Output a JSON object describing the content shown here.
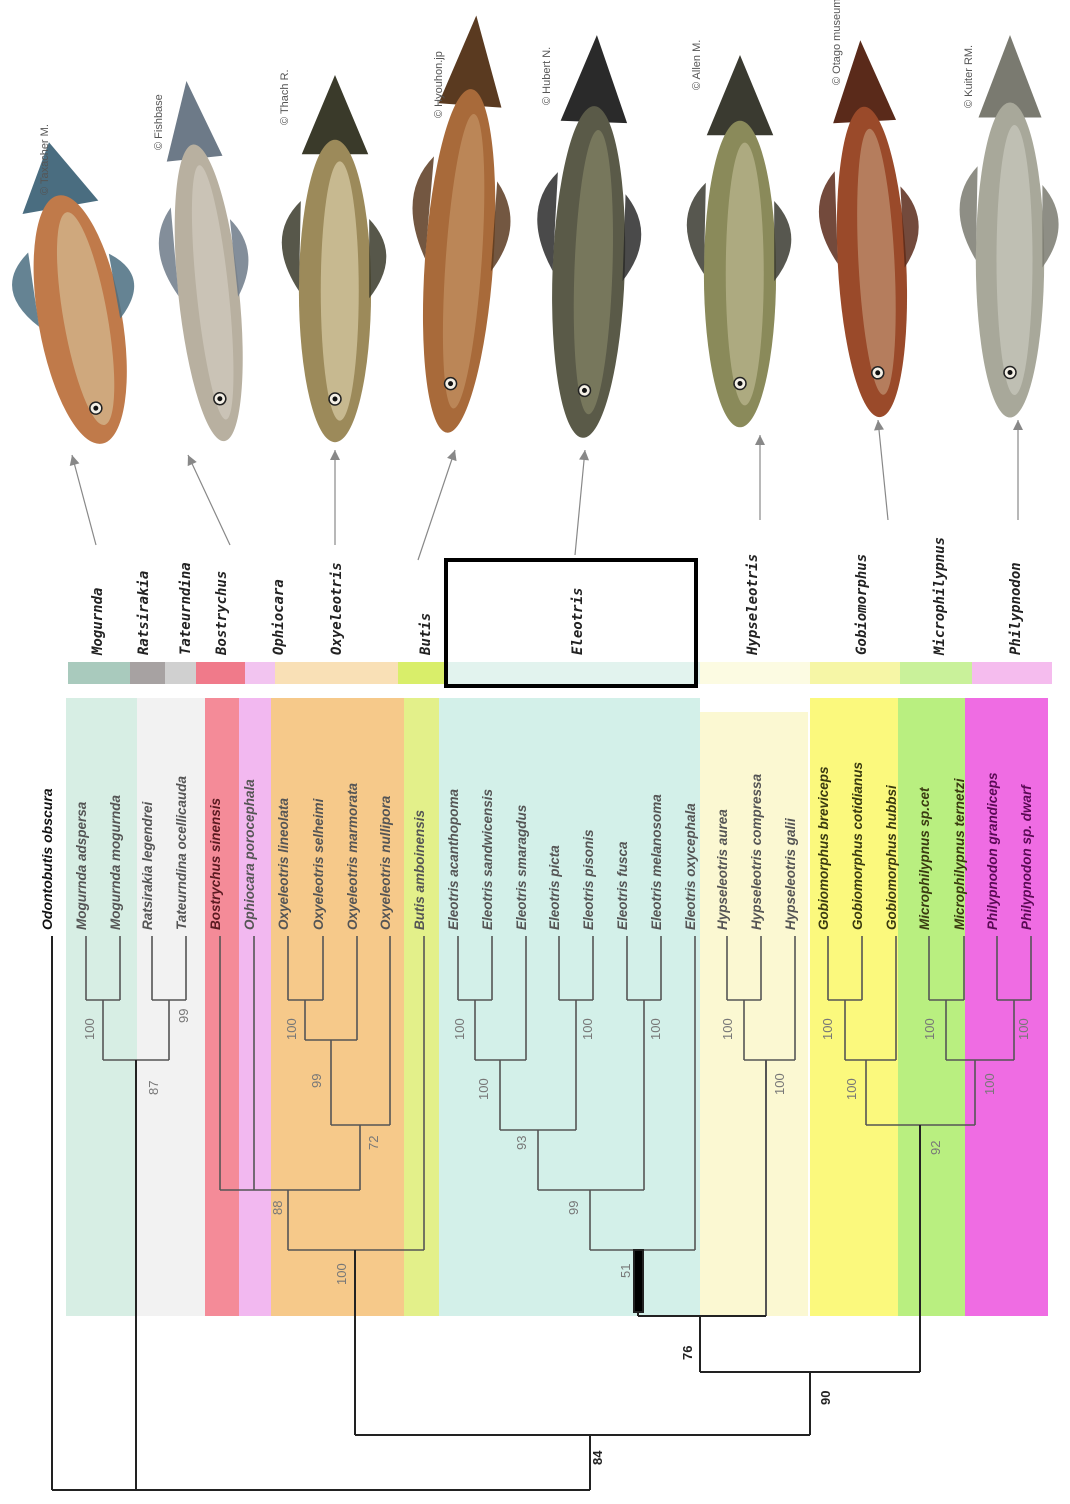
{
  "credits": [
    "© Taxacher M.",
    "© Fishbase",
    "© Thach R.",
    "© Hyouhon.jp",
    "© Hubert N.",
    "© Allen M.",
    "© Otago museum",
    "© Kuiter RM."
  ],
  "genera": [
    {
      "name": "Mogurnda",
      "color": "#a9cabd"
    },
    {
      "name": "Ratsirakia",
      "color": "#a7a2a2"
    },
    {
      "name": "Tateurndina",
      "color": "#d0d0d0"
    },
    {
      "name": "Bostrychus",
      "color": "#f07a8a"
    },
    {
      "name": "Ophiocara",
      "color": "#f2c4f0"
    },
    {
      "name": "Oxyeleotris",
      "color": "#f9e0b6"
    },
    {
      "name": "Butis",
      "color": "#d9ee6a"
    },
    {
      "name": "Eleotris",
      "color": "#e2f3ee"
    },
    {
      "name": "Hypseleotris",
      "color": "#fcfbe2"
    },
    {
      "name": "Gobiomorphus",
      "color": "#f6f6a6"
    },
    {
      "name": "Microphilypnus",
      "color": "#c9f19a"
    },
    {
      "name": "Philypnodon",
      "color": "#f5bcee"
    }
  ],
  "outgroup": "Odontobutis obscura",
  "species": [
    "Mogurnda adspersa",
    "Mogurnda mogurnda",
    "Ratsirakia legendrei",
    "Tateurndina ocellicauda",
    "Bostrychus sinensis",
    "Ophiocara porocephala",
    "Oxyeleotris lineolata",
    "Oxyeleotris selheimi",
    "Oxyeleotris marmorata",
    "Oxyeleotris nullipora",
    "Butis amboinensis",
    "Eleotris acanthopoma",
    "Eleotris sandwicensis",
    "Eleotris smaragdus",
    "Eleotris picta",
    "Eleotris pisonis",
    "Eleotris fusca",
    "Eleotris melanosoma",
    "Eleotris oxycephala",
    "Hypseleotris aurea",
    "Hypseleotris compressa",
    "Hypseleotris galii",
    "Gobiomorphus breviceps",
    "Gobiomorphus cotidianus",
    "Gobiomorphus hubbsi",
    "Microphilypnus sp.cet",
    "Microphilypnus ternetzi",
    "Philypnodon grandiceps",
    "Philypnodon sp. dwarf"
  ],
  "support": {
    "n100a": "100",
    "n87": "87",
    "n99a": "99",
    "n100b": "100",
    "n99b": "99",
    "n72": "72",
    "n88": "88",
    "n100c": "100",
    "n100d": "100",
    "n100e": "100",
    "n93": "93",
    "n100f": "100",
    "n100g": "100",
    "n99c": "99",
    "n51": "51",
    "n100h": "100",
    "n100i": "100",
    "n100j": "100",
    "n100k": "100",
    "n100l": "100",
    "n92": "92",
    "n100m": "100",
    "n100n": "100",
    "n76": "76",
    "n90": "90",
    "n84": "84"
  },
  "colors": {
    "Mogurnda": "#d7eee4",
    "Ratsirakia": "#f2f2f2",
    "Bostrychus": "#f48b98",
    "Ophiocara": "#f2b8f0",
    "Oxyeleotris": "#f6c98a",
    "Butis": "#e3f08a",
    "Eleotris": "#d3f0e9",
    "Hypseleotris": "#fbf8d2",
    "Gobiomorphus": "#fbf97d",
    "Microphilypnus": "#b9ef80",
    "Philypnodon": "#ef6ce3"
  }
}
